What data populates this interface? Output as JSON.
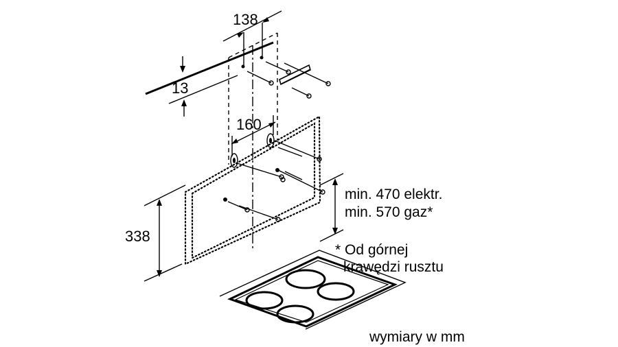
{
  "dimensions": {
    "bracket_spacing": "138",
    "bracket_offset": "13",
    "hole_spacing": "160",
    "hood_height": "338"
  },
  "clearance": {
    "electric": "min. 470 elektr.",
    "gas": "min. 570 gaz*"
  },
  "footnote": {
    "line1": "* Od górnej",
    "line2": "krawędzi rusztu"
  },
  "units_note": "wymiary w mm"
}
